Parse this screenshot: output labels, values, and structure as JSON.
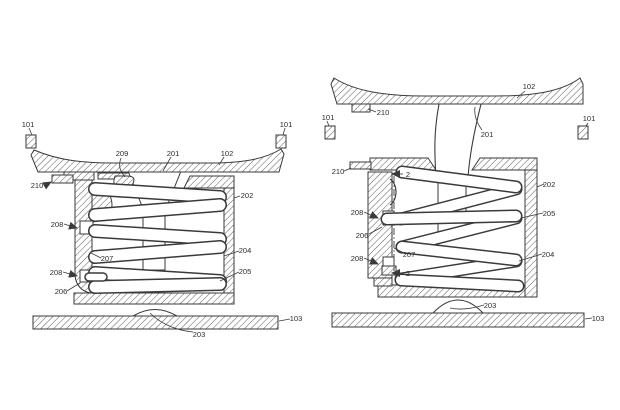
{
  "colors": {
    "background": "#ffffff",
    "line": "#3a3a3a",
    "label_text": "#2b2b2b"
  },
  "figures": {
    "left": {
      "labels": {
        "corner_101_left": "101",
        "ref_209": "209",
        "ref_201": "201",
        "ref_102": "102",
        "corner_101_right": "101",
        "ref_210": "210",
        "ref_202": "202",
        "ref_208_upper": "208",
        "ref_207": "207",
        "ref_208_lower": "208",
        "ref_206": "206",
        "ref_204": "204",
        "ref_205": "205",
        "ref_103": "103",
        "ref_203": "203"
      }
    },
    "right": {
      "labels": {
        "ref_102": "102",
        "ref_210_upper": "210",
        "ref_201": "201",
        "corner_101_left": "101",
        "corner_101_right": "101",
        "ref_210_lower": "210",
        "section_2_top": "2",
        "ref_208_upper": "208",
        "ref_206": "206",
        "ref_207": "207",
        "ref_208_lower": "208",
        "section_2_bottom": "2",
        "ref_202": "202",
        "ref_205": "205",
        "ref_204": "204",
        "ref_203": "203",
        "ref_103": "103"
      }
    }
  }
}
